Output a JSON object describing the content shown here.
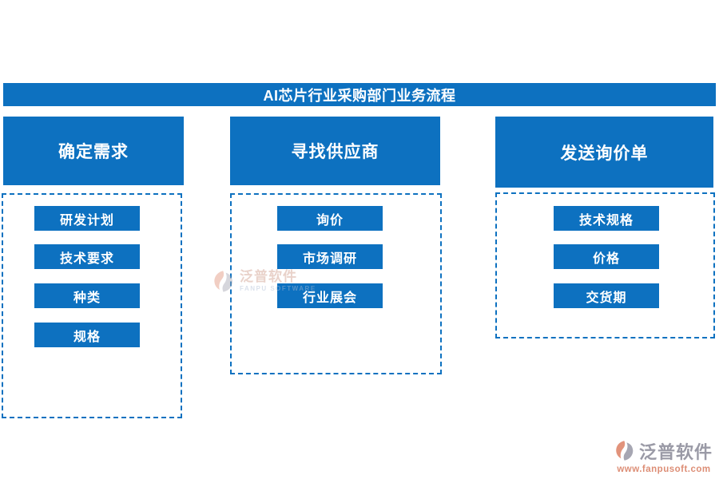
{
  "colors": {
    "primary_blue": "#0d71c0",
    "node_text": "#ffffff",
    "logo_gray": "#9a9aa6",
    "logo_salmon": "#dd8e76"
  },
  "title_bar": {
    "text": "AI芯片行业采购部门业务流程"
  },
  "columns": [
    {
      "header": "确定需求",
      "items": [
        "研发计划",
        "技术要求",
        "种类",
        "规格"
      ]
    },
    {
      "header": "寻找供应商",
      "items": [
        "询价",
        "市场调研",
        "行业展会"
      ]
    },
    {
      "header": "发送询价单",
      "items": [
        "技术规格",
        "价格",
        "交货期"
      ]
    }
  ],
  "watermark": {
    "name": "泛普软件",
    "subtitle": "FANPU SOFTWARE"
  },
  "logo": {
    "name": "泛普软件",
    "url": "www.fanpusoft.com"
  }
}
